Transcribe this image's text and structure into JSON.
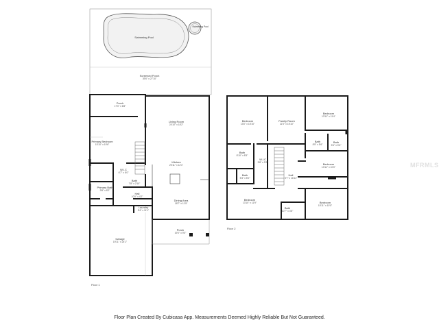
{
  "rooms": [
    {
      "name": "Swimming Pool",
      "dims": ""
    },
    {
      "name": "Swimming Pool",
      "dims": ""
    },
    {
      "name": "Screened Porch",
      "dims": "39'0\" x 27'10\""
    },
    {
      "name": "Porch",
      "dims": "17'0\" x 6'8\""
    },
    {
      "name": "Living Room",
      "dims": "24'10\" x 18'2\""
    },
    {
      "name": "Primary Bedroom",
      "dims": "15'10\" x 19'6\""
    },
    {
      "name": "Kitchen",
      "dims": "20'11\" x 12'1\""
    },
    {
      "name": "W.I.C",
      "dims": "6'7\" x 6'0\""
    },
    {
      "name": "Bath",
      "dims": "7'8\" x 2'10\""
    },
    {
      "name": "Primary Bath",
      "dims": "9'8\" x 8'2\""
    },
    {
      "name": "Hall",
      "dims": "10'0\" x 4'2\""
    },
    {
      "name": "Dining Area",
      "dims": "18'7\" x 11'5\""
    },
    {
      "name": "Laundry",
      "dims": "5'4\" x 11'1\""
    },
    {
      "name": "Porch",
      "dims": "19'0\" x 9'0\""
    },
    {
      "name": "Garage",
      "dims": "19'11\" x 24'1\""
    },
    {
      "name": "Bedroom",
      "dims": "13'0\" x 15'10\""
    },
    {
      "name": "Family Room",
      "dims": "11'5\" x 15'10\""
    },
    {
      "name": "Bedroom",
      "dims": "13'11\" x 11'4\""
    },
    {
      "name": "Bath",
      "dims": "8'5\" x 5'6\""
    },
    {
      "name": "Bath",
      "dims": "5'4\" x 5'6\""
    },
    {
      "name": "Bath",
      "dims": "8'10\" x 8'3\""
    },
    {
      "name": "W.I.C",
      "dims": "5'8\" x 9'2\""
    },
    {
      "name": "Bedroom",
      "dims": "13'11\" x 10'0\""
    },
    {
      "name": "Bath",
      "dims": "5'3\" x 5'0\""
    },
    {
      "name": "Hall",
      "dims": "5'7\" x 16'11\""
    },
    {
      "name": "Bedroom",
      "dims": "13'10\" x 11'9\""
    },
    {
      "name": "Bedroom",
      "dims": "15'11\" x 10'0\""
    },
    {
      "name": "Bath",
      "dims": "10'7\" x 4'6\""
    }
  ],
  "floor_labels": [
    "Floor 1",
    "Floor 2"
  ],
  "disclaimer": "Floor Plan Created By Cubicasa App. Measurements Deemed Highly Reliable But Not Guaranteed.",
  "watermark": "MFRMLS",
  "colors": {
    "wall": "#1a1a1a",
    "thin": "#9a9a9a",
    "pool": "#f2f2f2"
  }
}
